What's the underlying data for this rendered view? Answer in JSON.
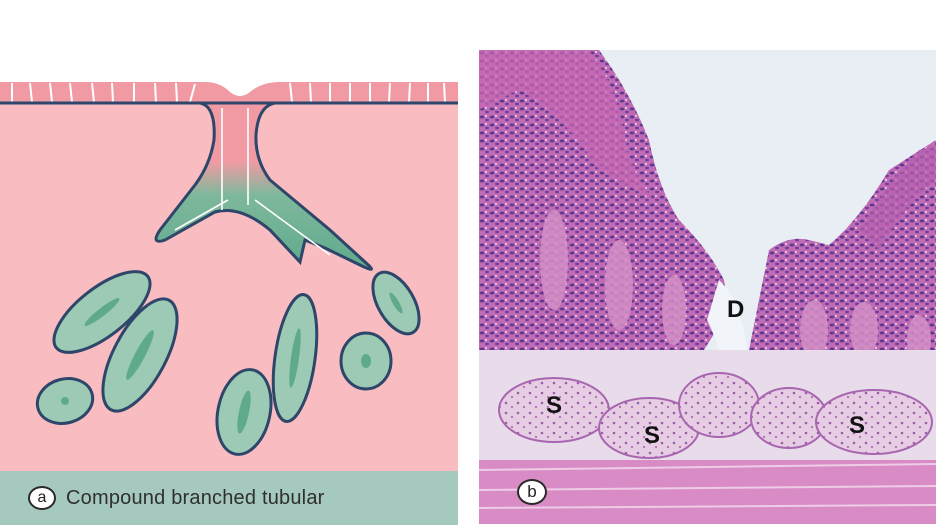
{
  "panel_a": {
    "badge": "a",
    "caption": "Compound branched tubular",
    "colors": {
      "connective_tissue": "#f8bcc1",
      "surface_epithelium": "#f29aa3",
      "glandular_epithelium": "#9ccab4",
      "lumen": "#5faa8c",
      "outline": "#2d4669",
      "caption_bar": "#a6c9bf"
    }
  },
  "panel_b": {
    "badge": "b",
    "labels": {
      "duct": "D",
      "secretory_1": "S",
      "secretory_2": "S",
      "secretory_3": "S"
    },
    "colors": {
      "stain_pink": "#d77fbf",
      "stain_purple": "#6a3e9e",
      "background": "#e9eef5"
    }
  }
}
